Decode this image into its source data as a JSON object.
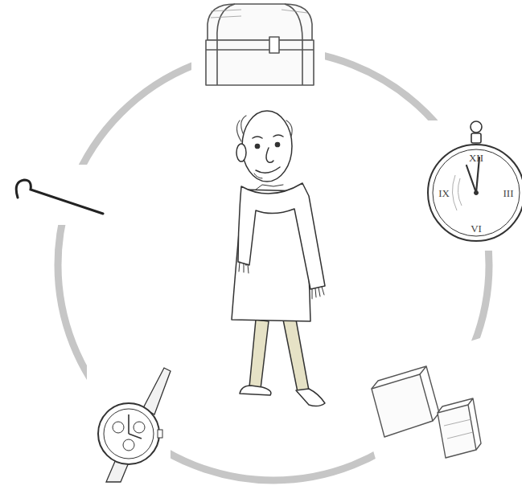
{
  "diagram": {
    "labels": [
      "XII",
      "III",
      "VI",
      "IX"
    ]
  }
}
